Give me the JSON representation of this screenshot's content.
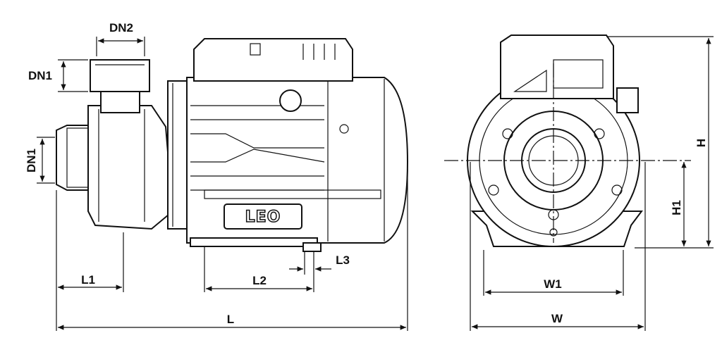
{
  "title": "Pump dimension drawing",
  "brand_logo": "LEO",
  "dimensions": {
    "dn2": "DN2",
    "dn1_top": "DN1",
    "dn1_side": "DN1",
    "l1": "L1",
    "l2": "L2",
    "l3": "L3",
    "l": "L",
    "w1": "W1",
    "w": "W",
    "h": "H",
    "h1": "H1"
  }
}
